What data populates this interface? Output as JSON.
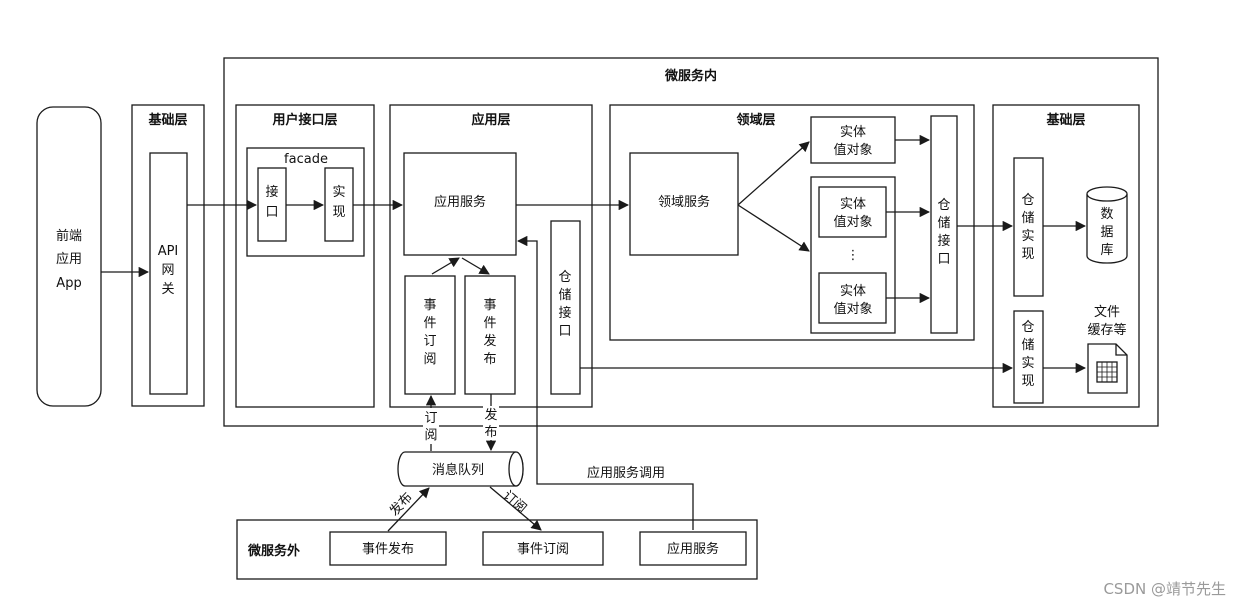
{
  "frontend": {
    "line1": "前端",
    "line2": "应用",
    "line3": "App"
  },
  "base_left": {
    "title": "基础层",
    "gateway": [
      "API",
      "网",
      "关"
    ]
  },
  "microservice": {
    "title": "微服务内"
  },
  "ui_layer": {
    "title": "用户接口层",
    "facade": "facade",
    "interface": [
      "接",
      "口"
    ],
    "impl": [
      "实",
      "现"
    ]
  },
  "app_layer": {
    "title": "应用层",
    "service": "应用服务",
    "event_subscribe": [
      "事",
      "件",
      "订",
      "阅"
    ],
    "event_publish": [
      "事",
      "件",
      "发",
      "布"
    ],
    "repo_interface": [
      "仓",
      "储",
      "接",
      "口"
    ]
  },
  "domain_layer": {
    "title": "领域层",
    "service": "领域服务",
    "entity_vo_top": [
      "实体",
      "值对象"
    ],
    "entity_vo_group_top": [
      "实体",
      "值对象"
    ],
    "ellipsis": "⋮",
    "entity_vo_group_bottom": [
      "实体",
      "值对象"
    ],
    "repo_interface": [
      "仓",
      "储",
      "接",
      "口"
    ]
  },
  "base_right": {
    "title": "基础层",
    "repo_impl_top": [
      "仓",
      "储",
      "实",
      "现"
    ],
    "database": [
      "数",
      "据",
      "库"
    ],
    "repo_impl_bottom": [
      "仓",
      "储",
      "实",
      "现"
    ],
    "file_cache": [
      "文件",
      "缓存等"
    ]
  },
  "message_queue": {
    "label": "消息队列",
    "subscribe_edge": [
      "订",
      "阅"
    ],
    "publish_edge": [
      "发",
      "布"
    ],
    "publish_in": "发布",
    "subscribe_out": "订阅",
    "app_service_call": "应用服务调用"
  },
  "external": {
    "title": "微服务外",
    "event_publish": "事件发布",
    "event_subscribe": "事件订阅",
    "app_service": "应用服务"
  },
  "watermark": "CSDN @靖节先生"
}
